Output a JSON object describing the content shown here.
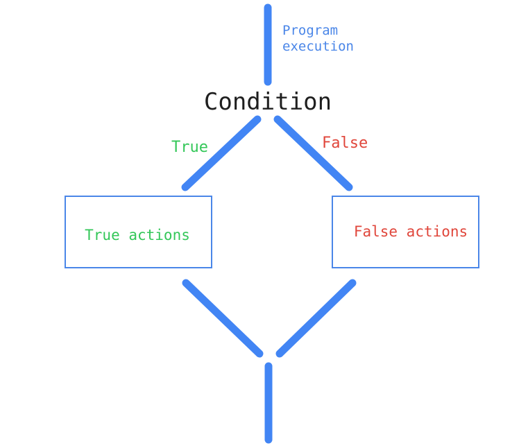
{
  "colors": {
    "flow_blue": "#4285f4",
    "true_green": "#34c759",
    "false_red": "#e0463b",
    "title_black": "#1f1f1f",
    "program_blue": "#4a86e8"
  },
  "diagram": {
    "start_label_line1": "Program",
    "start_label_line2": "execution",
    "condition_label": "Condition",
    "true_branch_label": "True",
    "false_branch_label": "False",
    "true_box_label": "True actions",
    "false_box_label": "False actions"
  }
}
